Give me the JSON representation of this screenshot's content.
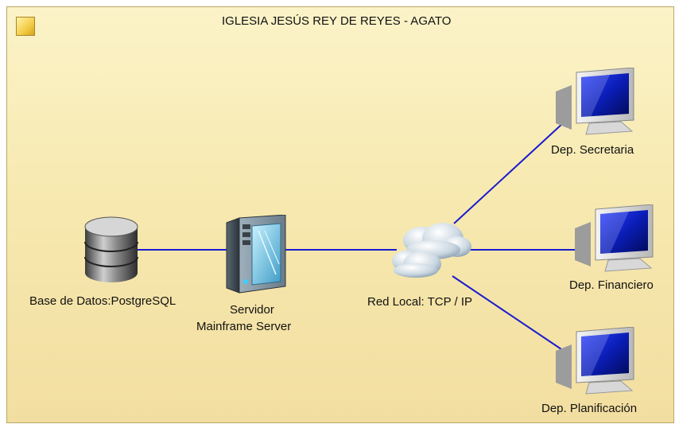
{
  "diagram": {
    "title": "IGLESIA JESÚS REY DE REYES - AGATO",
    "nodes": {
      "database": {
        "label": "Base de Datos:PostgreSQL",
        "icon": "database-icon"
      },
      "server": {
        "label_line1": "Servidor",
        "label_line2": "Mainframe Server",
        "icon": "server-tower-icon"
      },
      "network": {
        "label": "Red Local: TCP / IP",
        "icon": "cloud-icon"
      },
      "secretaria": {
        "label": "Dep. Secretaria",
        "icon": "monitor-icon"
      },
      "financiero": {
        "label": "Dep. Financiero",
        "icon": "monitor-icon"
      },
      "planificacion": {
        "label": "Dep. Planificación",
        "icon": "monitor-icon"
      }
    },
    "connections": [
      [
        "database",
        "server"
      ],
      [
        "server",
        "network"
      ],
      [
        "network",
        "secretaria"
      ],
      [
        "network",
        "financiero"
      ],
      [
        "network",
        "planificacion"
      ]
    ],
    "colors": {
      "connector": "#1a1ad0",
      "background": "#f8ecb8",
      "border": "#b8a866"
    }
  }
}
